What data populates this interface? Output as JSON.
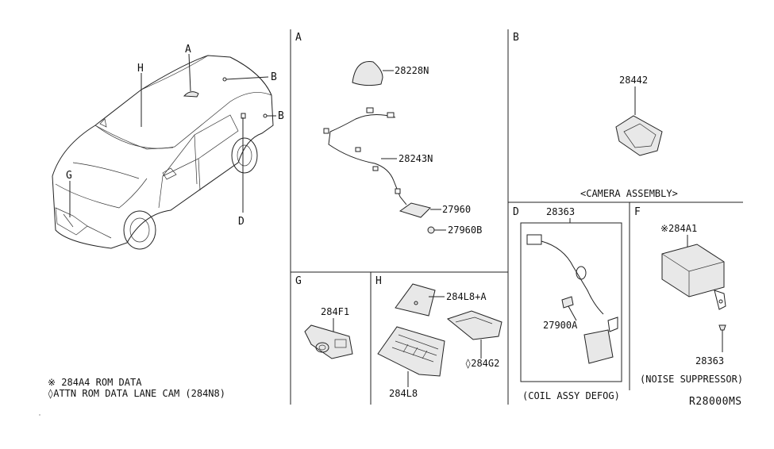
{
  "car_callouts": {
    "A": "A",
    "B1": "B",
    "B2": "B",
    "D": "D",
    "G": "G",
    "H": "H"
  },
  "sections": {
    "A": {
      "letter": "A",
      "parts": {
        "p1": "28228N",
        "p2": "28243N",
        "p3": "27960",
        "p4": "27960B"
      }
    },
    "B": {
      "letter": "B",
      "parts": {
        "p1": "28442"
      },
      "caption": "<CAMERA ASSEMBLY>"
    },
    "D": {
      "letter": "D",
      "parts": {
        "p1": "28363",
        "p2": "27900A"
      },
      "caption": "(COIL ASSY DEFOG)"
    },
    "F": {
      "letter": "F",
      "parts": {
        "p1": "※284A1",
        "p2": "28363"
      },
      "caption": "(NOISE SUPPRESSOR)"
    },
    "G": {
      "letter": "G",
      "parts": {
        "p1": "284F1"
      }
    },
    "H": {
      "letter": "H",
      "parts": {
        "p1": "284L8+A",
        "p2": "◊284G2",
        "p3": "284L8"
      }
    }
  },
  "notes": {
    "line1": "※ 284A4 ROM DATA",
    "line2": "◊ATTN ROM DATA LANE CAM (284N8)"
  },
  "diagram_code": "R28000MS"
}
